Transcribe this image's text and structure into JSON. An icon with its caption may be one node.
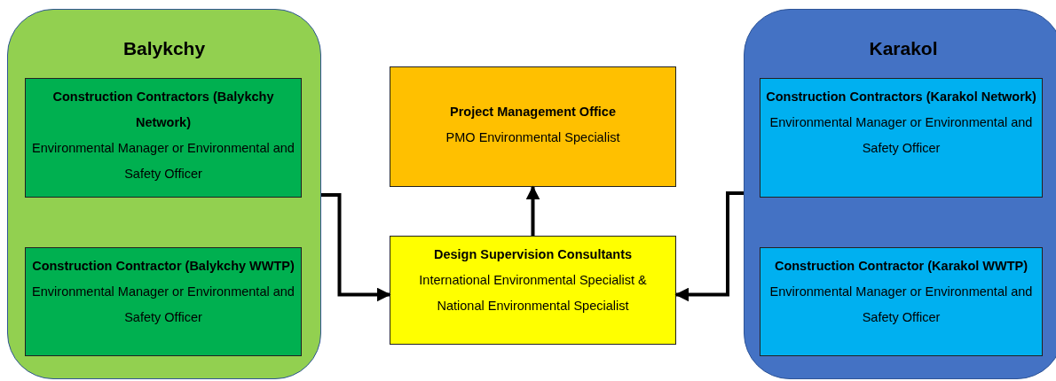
{
  "diagram": {
    "nodes": [
      {
        "text": [
          "Balykchy"
        ]
      },
      {
        "text": [
          "Construction Contractors (Balykchy Network)",
          "Environmental Manager or Environmental and Safety Officer"
        ],
        "in": 0
      },
      {
        "text": [
          "Construction Contractor (Balykchy WWTP)",
          "Environmental Manager or Environmental and Safety Officer"
        ],
        "in": 0
      },
      {
        "text": [
          "Project Management Office",
          "PMO Environmental Specialist"
        ]
      },
      {
        "text": [
          "Design Supervision Consultants",
          "International Environmental Specialist & National Environmental Specialist"
        ]
      },
      {
        "text": [
          "Karakol"
        ]
      },
      {
        "text": [
          "Construction Contractors (Karakol Network)",
          "Environmental Manager or Environmental and Safety Officer"
        ],
        "in": 5
      },
      {
        "text": [
          "Construction Contractor (Karakol WWTP)",
          "Environmental Manager or Environmental and Safety Officer"
        ],
        "in": 5
      }
    ],
    "edges": [
      {
        "from": 0,
        "to": 4,
        "arrow": "to"
      },
      {
        "from": 5,
        "to": 4,
        "arrow": "to"
      },
      {
        "from": 4,
        "to": 3,
        "arrow": "to"
      }
    ]
  }
}
